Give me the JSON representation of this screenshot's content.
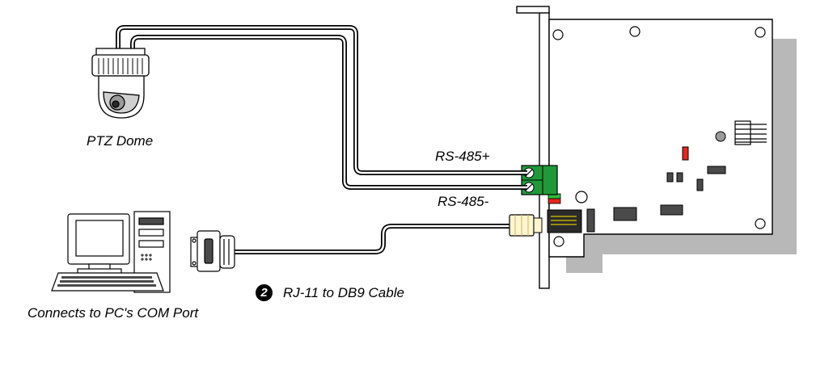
{
  "labels": {
    "ptz_dome": "PTZ Dome",
    "rs485_plus": "RS-485+",
    "rs485_minus": "RS-485-",
    "cable_step": "2",
    "cable": "RJ-11 to DB9 Cable",
    "pc": "Connects to PC's COM Port"
  },
  "colors": {
    "terminal_green": "#1f9a3a",
    "led_red": "#e8261c",
    "led_green": "#2bbf3a",
    "board_shadow": "#b8b8b8",
    "component_gray": "#4a4a4a"
  }
}
